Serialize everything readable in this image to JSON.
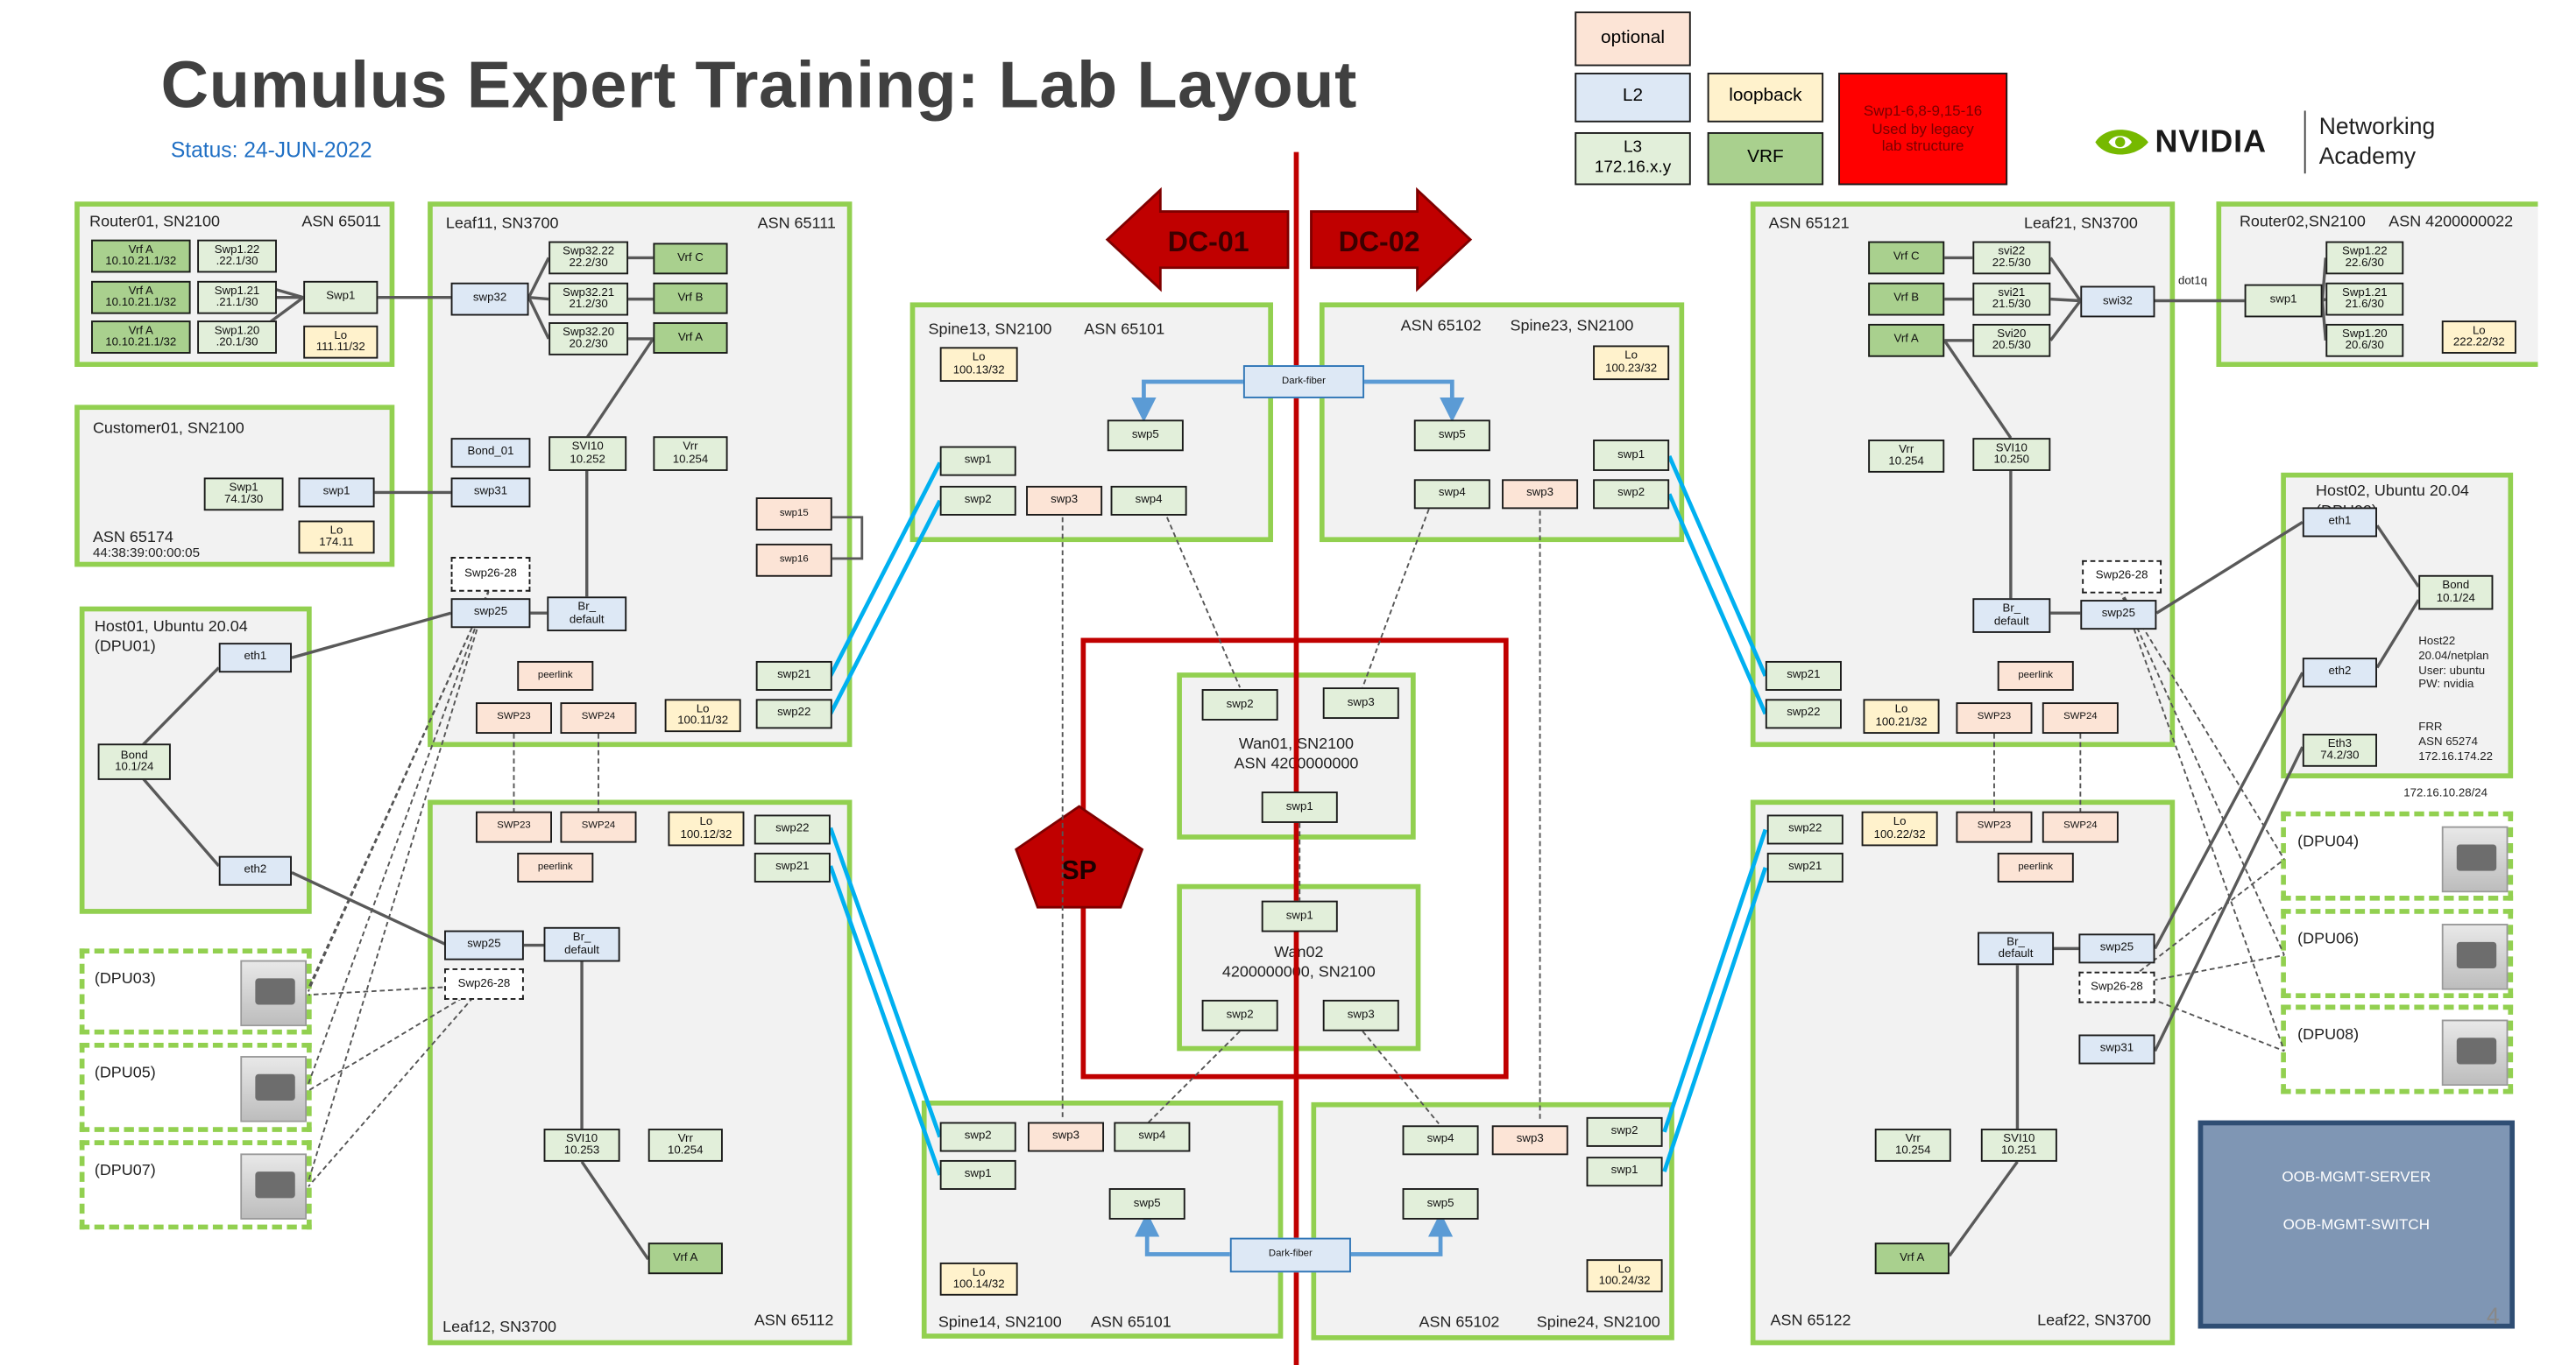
{
  "header": {
    "title": "Cumulus Expert Training: Lab Layout",
    "status": "Status: 24-JUN-2022"
  },
  "legend": {
    "optional": "optional",
    "l2": "L2",
    "loopback": "loopback",
    "l3": "L3\n172.16.x.y",
    "vrf": "VRF",
    "legacy": "Swp1-6,8-9,15-16\nUsed by legacy\nlab structure"
  },
  "brand": {
    "logo": "NVIDIA",
    "line1": "Networking",
    "line2": "Academy"
  },
  "dc": {
    "left": "DC-01",
    "right": "DC-02",
    "sp": "SP"
  },
  "page_number": "4",
  "dot1q": "dot1q",
  "panels": {
    "router01": {
      "name": "Router01, SN2100",
      "asn": "ASN 65011"
    },
    "customer01": {
      "name": "Customer01, SN2100",
      "asn": "ASN 65174",
      "mac": "44:38:39:00:00:05"
    },
    "host01": {
      "name": "Host01, Ubuntu 20.04\n(DPU01)"
    },
    "dpu03": "(DPU03)",
    "dpu05": "(DPU05)",
    "dpu07": "(DPU07)",
    "leaf11": {
      "name": "Leaf11, SN3700",
      "asn": "ASN 65111"
    },
    "leaf12": {
      "name": "Leaf12, SN3700",
      "asn": "ASN 65112"
    },
    "spine13": {
      "name": "Spine13, SN2100",
      "asn": "ASN 65101"
    },
    "spine23": {
      "name": "Spine23, SN2100",
      "asn": "ASN 65102"
    },
    "spine14": {
      "name": "Spine14, SN2100",
      "asn": "ASN 65101"
    },
    "spine24": {
      "name": "Spine24, SN2100",
      "asn": "ASN 65102"
    },
    "wan01": {
      "name": "Wan01, SN2100\nASN 4200000000"
    },
    "wan02": {
      "name": "Wan02\n4200000000, SN2100"
    },
    "leaf21": {
      "name": "Leaf21, SN3700",
      "asn": "ASN 65121"
    },
    "leaf22": {
      "name": "Leaf22, SN3700",
      "asn": "ASN 65122"
    },
    "router02": {
      "name": "Router02,SN2100",
      "asn": "ASN 4200000022"
    },
    "host02": {
      "name": "Host02, Ubuntu 20.04\n(DPU02)",
      "info1": "Host22\n20.04/netplan\nUser: ubuntu\nPW: nvidia",
      "info2": "FRR\nASN 65274\n172.16.174.22",
      "subnet": "172.16.10.28/24"
    },
    "dpu04": "(DPU04)",
    "dpu06": "(DPU06)",
    "dpu08": "(DPU08)",
    "oob": {
      "server": "OOB-MGMT-SERVER",
      "switch": "OOB-MGMT-SWITCH"
    }
  },
  "nodes": {
    "r1_vrfa1": "Vrf A\n10.10.21.1/32",
    "r1_vrfa2": "Vrf A\n10.10.21.1/32",
    "r1_vrfa3": "Vrf A\n10.10.21.1/32",
    "r1_s122": "Swp1.22\n.22.1/30",
    "r1_s121": "Swp1.21\n.21.1/30",
    "r1_s120": "Swp1.20\n.20.1/30",
    "r1_swp1": "Swp1",
    "r1_lo": "Lo\n111.11/32",
    "c1_swp1ip": "Swp1\n74.1/30",
    "c1_swp1": "swp1",
    "c1_lo": "Lo\n174.11",
    "h1_eth1": "eth1",
    "h1_bond": "Bond\n10.1/24",
    "h1_eth2": "eth2",
    "l11_swp32": "swp32",
    "l11_s3222": "Swp32.22\n22.2/30",
    "l11_s3221": "Swp32.21\n21.2/30",
    "l11_s3220": "Swp32.20\n20.2/30",
    "l11_vrfc": "Vrf C",
    "l11_vrfb": "Vrf B",
    "l11_vrfa": "Vrf A",
    "l11_bond01": "Bond_01",
    "l11_swp31": "swp31",
    "l11_svi10": "SVI10\n10.252",
    "l11_vrr": "Vrr\n10.254",
    "l11_swp2628": "Swp26-28",
    "l11_swp25": "swp25",
    "l11_br": "Br_\ndefault",
    "l11_swp15": "swp15",
    "l11_swp16": "swp16",
    "l11_peerlink": "peerlink",
    "l11_swp23": "SWP23",
    "l11_swp24": "SWP24",
    "l11_lo": "Lo\n100.11/32",
    "l11_swp21": "swp21",
    "l11_swp22": "swp22",
    "l12_swp23": "SWP23",
    "l12_swp24": "SWP24",
    "l12_lo": "Lo\n100.12/32",
    "l12_swp22": "swp22",
    "l12_swp21": "swp21",
    "l12_peerlink": "peerlink",
    "l12_swp25": "swp25",
    "l12_br": "Br_\ndefault",
    "l12_swp2628": "Swp26-28",
    "l12_svi10": "SVI10\n10.253",
    "l12_vrr": "Vrr\n10.254",
    "l12_vrfa": "Vrf A",
    "s13_lo": "Lo\n100.13/32",
    "s13_swp1": "swp1",
    "s13_swp2": "swp2",
    "s13_swp3": "swp3",
    "s13_swp4": "swp4",
    "s13_swp5": "swp5",
    "df_top": "Dark-fiber",
    "s23_swp5": "swp5",
    "s23_lo": "Lo\n100.23/32",
    "s23_swp1": "swp1",
    "s23_swp4": "swp4",
    "s23_swp3": "swp3",
    "s23_swp2": "swp2",
    "w1_swp2": "swp2",
    "w1_swp3": "swp3",
    "w1_swp1": "swp1",
    "w2_swp1": "swp1",
    "w2_swp2": "swp2",
    "w2_swp3": "swp3",
    "s14_swp2": "swp2",
    "s14_swp3": "swp3",
    "s14_swp4": "swp4",
    "s14_swp1": "swp1",
    "s14_swp5": "swp5",
    "s14_lo": "Lo\n100.14/32",
    "df_bot": "Dark-fiber",
    "s24_swp4": "swp4",
    "s24_swp3": "swp3",
    "s24_swp2": "swp2",
    "s24_swp1": "swp1",
    "s24_swp5": "swp5",
    "s24_lo": "Lo\n100.24/32",
    "l21_vrfc": "Vrf C",
    "l21_vrfb": "Vrf B",
    "l21_vrfa": "Vrf A",
    "l21_svi22": "svi22\n22.5/30",
    "l21_svi21": "svi21\n21.5/30",
    "l21_svi20": "Svi20\n20.5/30",
    "l21_swi32": "swi32",
    "l21_vrr": "Vrr\n10.254",
    "l21_svi10": "SVI10\n10.250",
    "l21_br": "Br_\ndefault",
    "l21_swp2628": "Swp26-28",
    "l21_swp25": "swp25",
    "l21_swp21": "swp21",
    "l21_swp22": "swp22",
    "l21_peerlink": "peerlink",
    "l21_lo": "Lo\n100.21/32",
    "l21_swp23": "SWP23",
    "l21_swp24": "SWP24",
    "l22_swp22": "swp22",
    "l22_swp21": "swp21",
    "l22_lo": "Lo\n100.22/32",
    "l22_swp23": "SWP23",
    "l22_swp24": "SWP24",
    "l22_peerlink": "peerlink",
    "l22_br": "Br_\ndefault",
    "l22_swp25": "swp25",
    "l22_swp2628": "Swp26-28",
    "l22_swp31": "swp31",
    "l22_vrr": "Vrr\n10.254",
    "l22_svi10": "SVI10\n10.251",
    "l22_vrfa": "Vrf A",
    "r2_swp1": "swp1",
    "r2_s122": "Swp1.22\n22.6/30",
    "r2_s121": "Swp1.21\n21.6/30",
    "r2_s120": "Swp1.20\n20.6/30",
    "r2_lo": "Lo\n222.22/32",
    "h2_eth1": "eth1",
    "h2_bond": "Bond\n10.1/24",
    "h2_eth2": "eth2",
    "h2_eth3": "Eth3\n74.2/30"
  },
  "colors": {
    "panel_border": "#92d050",
    "l2": "#dde8f5",
    "l3": "#e2efda",
    "optional": "#fce4d6",
    "loopback": "#fff2cc",
    "vrf": "#a9d08e",
    "link_blue": "#00b0f0",
    "dc_red": "#c00000",
    "oob": "#7f96b4"
  }
}
